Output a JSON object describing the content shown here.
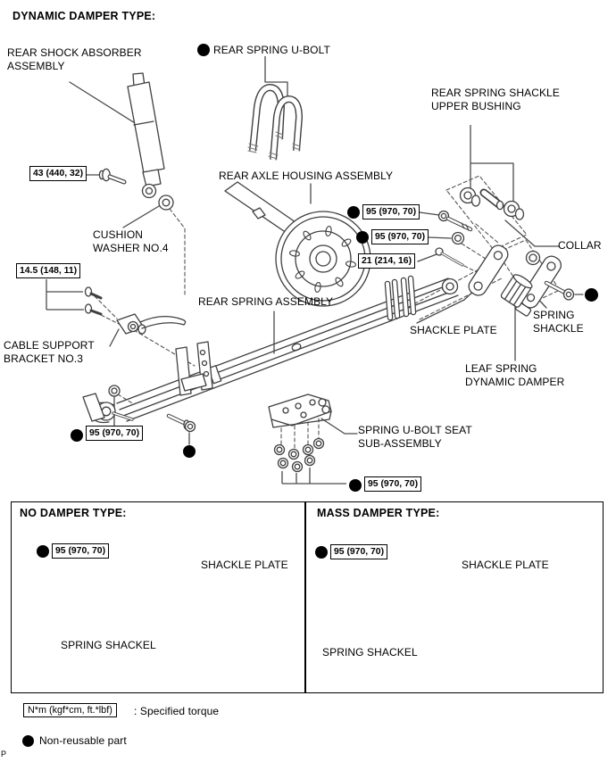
{
  "title": "DYNAMIC DAMPER TYPE:",
  "labels": {
    "rear_shock_absorber": "REAR SHOCK ABSORBER\nASSEMBLY",
    "rear_spring_u_bolt": "REAR SPRING U-BOLT",
    "rear_spring_shackle_upper_bushing": "REAR SPRING SHACKLE\nUPPER BUSHING",
    "rear_axle_housing": "REAR AXLE HOUSING ASSEMBLY",
    "cushion_washer": "CUSHION\nWASHER NO.4",
    "collar": "COLLAR",
    "rear_spring_assembly": "REAR SPRING ASSEMBLY",
    "shackle_plate": "SHACKLE PLATE",
    "spring_shackle": "SPRING\nSHACKLE",
    "cable_support_bracket": "CABLE SUPPORT\nBRACKET NO.3",
    "leaf_spring_dynamic_damper": "LEAF SPRING\nDYNAMIC DAMPER",
    "spring_u_bolt_seat": "SPRING U-BOLT SEAT\nSUB-ASSEMBLY"
  },
  "torques": {
    "shock_lower": "43 (440, 32)",
    "cable_bracket": "14.5 (148, 11)",
    "shackle_nut": "95 (970, 70)",
    "damper_bolt": "21 (214, 16)"
  },
  "panels": {
    "no_damper": {
      "title": "NO DAMPER TYPE:",
      "torque": "95 (970, 70)",
      "shackle_plate": "SHACKLE PLATE",
      "spring_shackel": "SPRING SHACKEL"
    },
    "mass_damper": {
      "title": "MASS DAMPER TYPE:",
      "torque": "95 (970, 70)",
      "shackle_plate": "SHACKLE PLATE",
      "spring_shackel": "SPRING SHACKEL"
    }
  },
  "legend": {
    "torque_unit": "N*m (kgf*cm, ft.*lbf)",
    "torque_meaning": ": Specified torque",
    "non_reusable": "Non-reusable part"
  },
  "footer": {
    "page_char": "P"
  },
  "colors": {
    "ink": "#000000",
    "line": "#3f3f3f"
  }
}
